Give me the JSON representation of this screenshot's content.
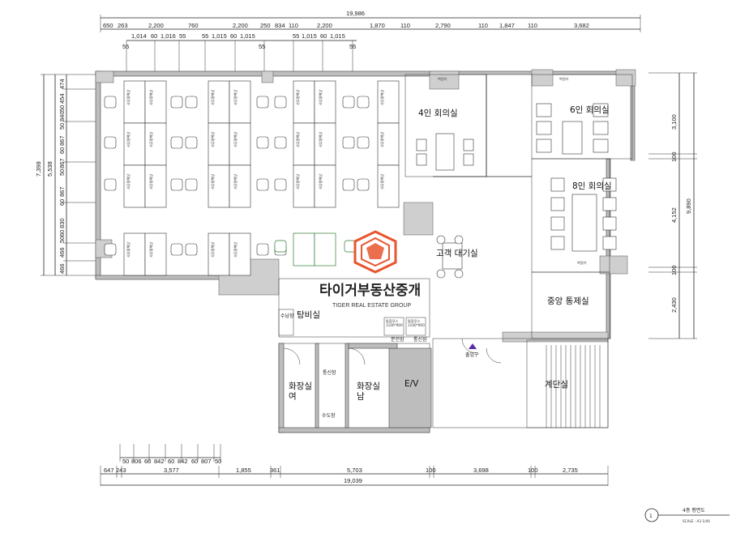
{
  "dimensions": {
    "overall_top": "19,986",
    "top_row": [
      "650",
      "263",
      "2,200",
      "760",
      "2,200",
      "250",
      "834",
      "110",
      "2,200",
      "1,870",
      "110",
      "2,790",
      "110",
      "1,847",
      "110",
      "3,682"
    ],
    "top_row2": [
      "1,014",
      "60",
      "1,016",
      "55",
      "55",
      "1,015",
      "60",
      "1,015",
      "55",
      "1,015",
      "60",
      "1,015"
    ],
    "top_small": [
      "55",
      "55",
      "55"
    ],
    "left_outer": [
      "7,398",
      "5,538"
    ],
    "left_inner": [
      "474",
      "454",
      "50",
      "840",
      "50",
      "867",
      "60",
      "867",
      "50",
      "867",
      "60",
      "830",
      "60",
      "50",
      "466",
      "466"
    ],
    "right_outer": [
      "9,890"
    ],
    "right_inner": [
      "3,100",
      "100",
      "4,152",
      "100",
      "2,430"
    ],
    "bottom_row1": [
      "50",
      "806",
      "60",
      "842",
      "60",
      "842",
      "60",
      "807",
      "50"
    ],
    "bottom_row2": [
      "647",
      "243",
      "3,577",
      "1,855",
      "361",
      "5,703",
      "100",
      "3,698",
      "100",
      "2,735"
    ],
    "overall_bottom": "19,039"
  },
  "rooms": {
    "meeting4": "4인 회의실",
    "meeting6": "6인 회의실",
    "meeting8": "8인 회의실",
    "lounge": "고객 대기실",
    "control": "중앙 통제실",
    "pantry": "탕비실",
    "storage": "수납장",
    "restroom_f": "화장실\n여",
    "restroom_m": "화장실\n남",
    "ev": "E/V",
    "stairs": "계단실",
    "comm_top": "통신함",
    "water": "수도함",
    "elec": "분전함",
    "comm_box": "통신함",
    "entrance": "출입구",
    "wall_small_1": "벽걸이",
    "wall_small_2": "벽걸이",
    "wall_small_3": "벽걸이",
    "cabinet": "수납장",
    "shoebox_1": "통합루스\n1100*900",
    "shoebox_2": "통합루스\n1100*900"
  },
  "brand": {
    "name_ko": "타이거부동산중개",
    "name_en": "TIGER REAL ESTATE GROUP",
    "logo_color": "#e8552e"
  },
  "title_block": {
    "number": "1",
    "title": "4층 평면도",
    "scale": "SCALE : A3 1/40"
  },
  "colors": {
    "line": "#222222",
    "wall_fill": "#bdbdbd",
    "highlight_green": "#2e7d32",
    "entrance_marker": "#5b2ea6"
  }
}
